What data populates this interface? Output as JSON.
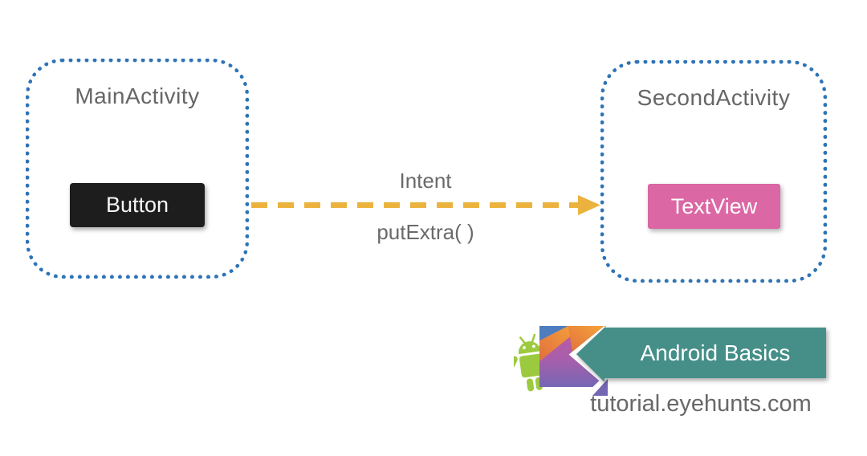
{
  "main_activity": {
    "title": "MainActivity",
    "button_label": "Button"
  },
  "second_activity": {
    "title": "SecondActivity",
    "textview_label": "TextView"
  },
  "arrow": {
    "label_top": "Intent",
    "label_bottom": "putExtra( )"
  },
  "badge": {
    "banner_label": "Android Basics",
    "website": "tutorial.eyehunts.com"
  },
  "colors": {
    "dotted_border_blue": "#2e73b6",
    "arrow_yellow": "#ebb33e",
    "button_black": "#1d1d1d",
    "textview_pink": "#db67a4",
    "banner_teal": "#468f89",
    "android_green": "#9cca3f",
    "kotlin_blue": "#4d7cbf",
    "kotlin_orange": "#ee8c3a",
    "kotlin_magenta": "#bf58a2",
    "kotlin_purple": "#7566b4",
    "text_gray": "#666666"
  }
}
